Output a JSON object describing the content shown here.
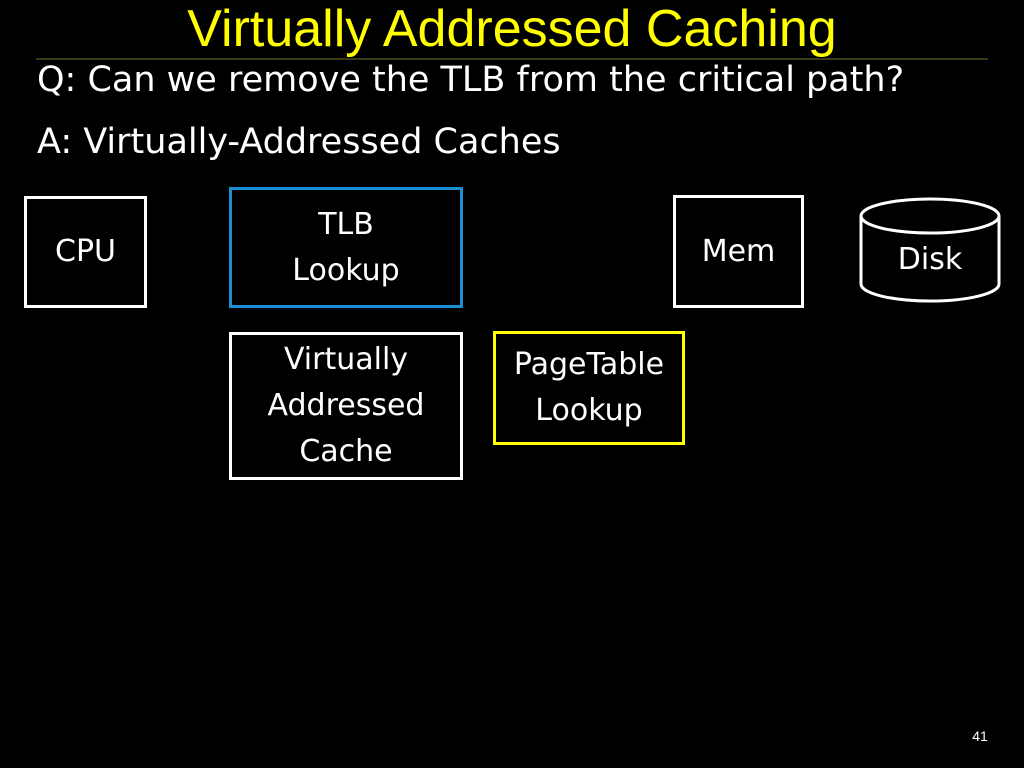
{
  "slide": {
    "title": "Virtually Addressed Caching",
    "question": "Q: Can we remove the TLB from the critical path?",
    "answer": "A: Virtually-Addressed Caches",
    "page_number": "41"
  },
  "diagram": {
    "cpu": {
      "label": "CPU"
    },
    "tlb": {
      "line1": "TLB",
      "line2": "Lookup"
    },
    "mem": {
      "label": "Mem"
    },
    "disk": {
      "label": "Disk"
    },
    "virtual_cache": {
      "line1": "Virtually",
      "line2": "Addressed",
      "line3": "Cache"
    },
    "page_table": {
      "line1": "PageTable",
      "line2": "Lookup"
    }
  },
  "colors": {
    "background": "#000000",
    "title": "#ffff00",
    "text": "#ffffff",
    "tlb_border": "#1b8fd2",
    "page_table_border": "#ffff00"
  }
}
